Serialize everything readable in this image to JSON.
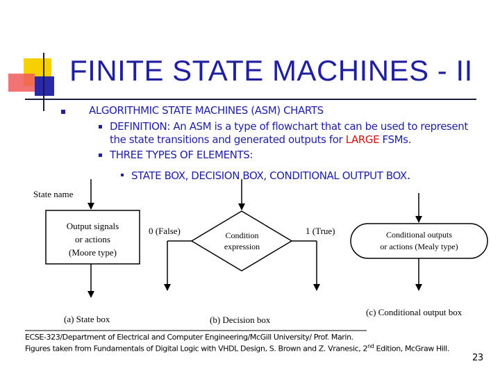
{
  "slide": {
    "title": "FINITE STATE MACHINES - II",
    "bullets": {
      "main": "ALGORITHMIC STATE MACHINES (ASM) CHARTS",
      "def_prefix": "DEFINITION: An ASM is a type of flowchart that can be used to represent",
      "def_line2_a": "the state transitions and generated outputs for ",
      "def_line2_large": "LARGE",
      "def_line2_b": " FSMs.",
      "three_types": "THREE TYPES OF ELEMENTS:",
      "elements": "STATE BOX, DECISION BOX, CONDITIONAL OUTPUT BOX",
      "elements_period": "."
    },
    "colors": {
      "title_blue": "#1f1fa0",
      "highlight_red": "#d01010",
      "deco_yellow": "#f7d000",
      "deco_red": "#f05a5a",
      "deco_blue": "#2a2aa8"
    }
  },
  "diagram": {
    "state_name_label": "State name",
    "state_box_text": [
      "Output signals",
      "or actions",
      "(Moore type)"
    ],
    "state_box_caption": "(a) State box",
    "decision_false": "0 (False)",
    "decision_true": "1 (True)",
    "decision_text": [
      "Condition",
      "expression"
    ],
    "decision_caption": "(b) Decision box",
    "cond_output_text": [
      "Conditional outputs",
      "or actions (Mealy type)"
    ],
    "cond_output_caption": "(c) Conditional output box"
  },
  "footer": {
    "line1": "ECSE-323/Department of Electrical and Computer Engineering/McGill University/ Prof. Marin.",
    "line2_a": "Figures taken from Fundamentals of Digital Logic with VHDL Design, S. Brown and Z. Vranesic, 2",
    "line2_sup": "nd",
    "line2_b": " Edition, McGraw Hill.",
    "page_number": "23"
  }
}
